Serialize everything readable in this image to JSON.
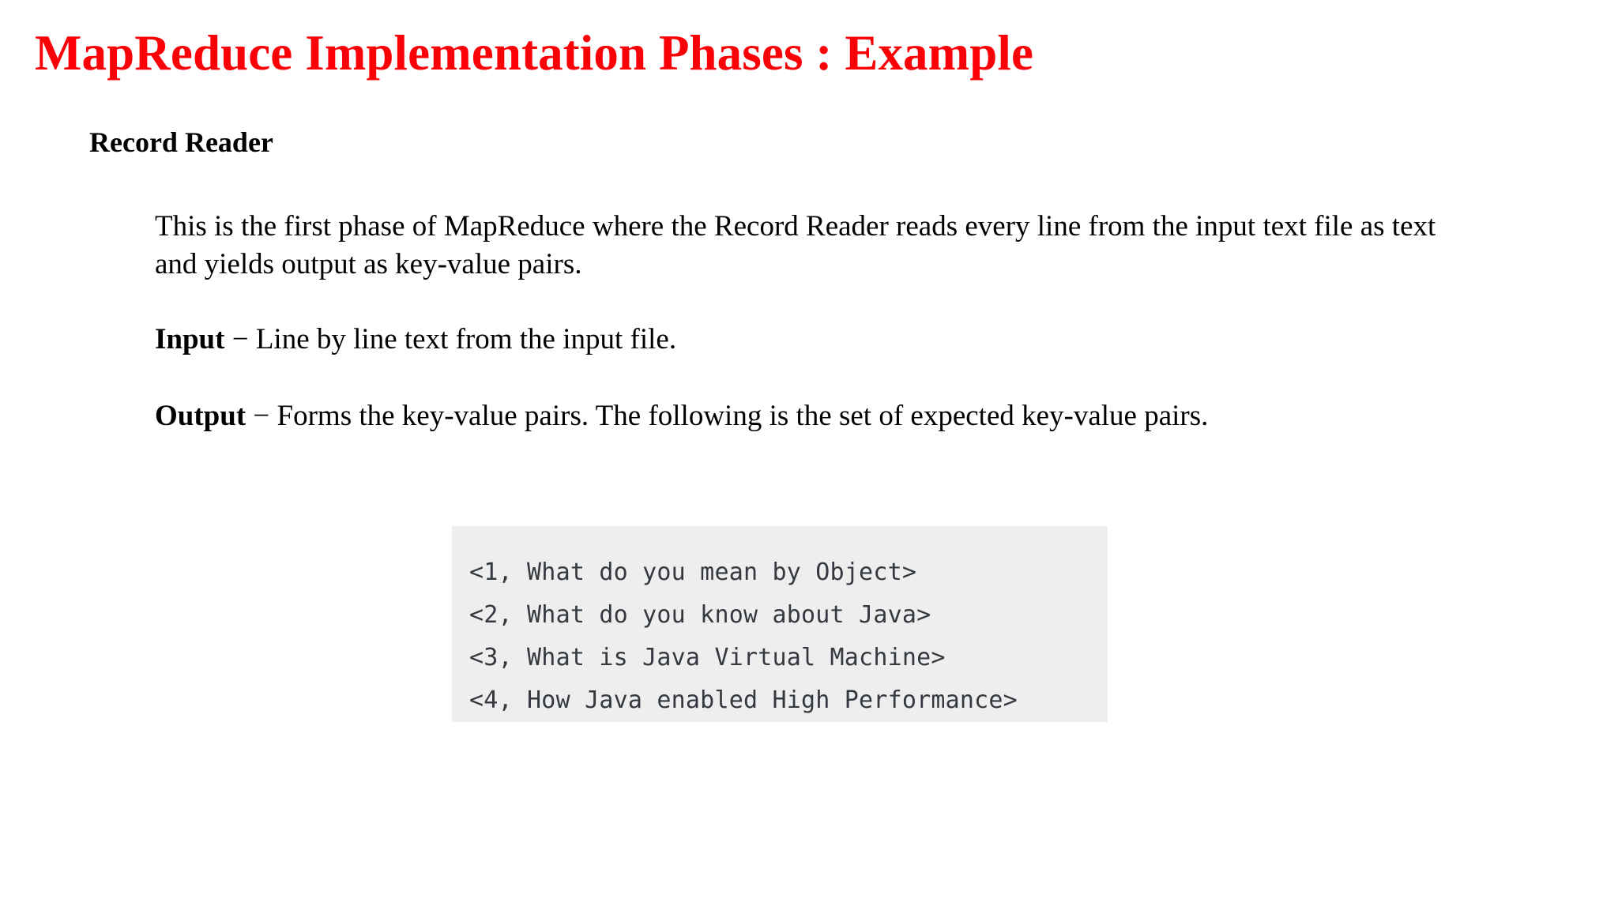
{
  "slide": {
    "title": "MapReduce Implementation Phases : Example",
    "title_color": "#fb0007",
    "background_color": "#ffffff",
    "sub_heading": "Record Reader",
    "paragraphs": {
      "intro": "This is the first phase of MapReduce where the Record Reader reads every line from the input text file as text and yields output as key-value pairs.",
      "input_label": "Input",
      "input_dash": "−",
      "input_text": "Line by line text from the input file.",
      "output_label": "Output",
      "output_dash": "−",
      "output_text": "Forms the key-value pairs. The following is the set of expected key-value pairs."
    },
    "code_block": {
      "background_color": "#eeeeee",
      "text_color": "#33393f",
      "lines": [
        "<1, What do you mean by Object>",
        "<2, What do you know about Java>",
        "<3, What is Java Virtual Machine>",
        "<4, How Java enabled High Performance>"
      ]
    }
  }
}
